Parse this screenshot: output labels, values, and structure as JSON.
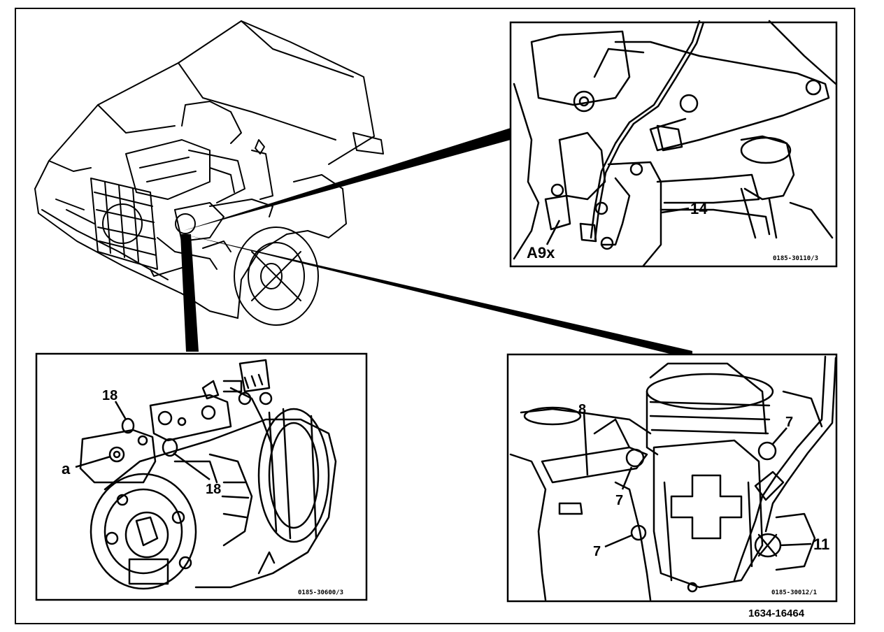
{
  "figure": {
    "figure_number": "1634-16464"
  },
  "panels": {
    "top_right": {
      "labels": [
        "A9x",
        "14"
      ],
      "photo_code": "0185-30110/3"
    },
    "bottom_left": {
      "labels": [
        "a",
        "18",
        "18"
      ],
      "photo_code": "0185-30600/3"
    },
    "bottom_right": {
      "labels": [
        "8",
        "7",
        "7",
        "7",
        "11"
      ],
      "photo_code": "0185-30012/1"
    }
  }
}
